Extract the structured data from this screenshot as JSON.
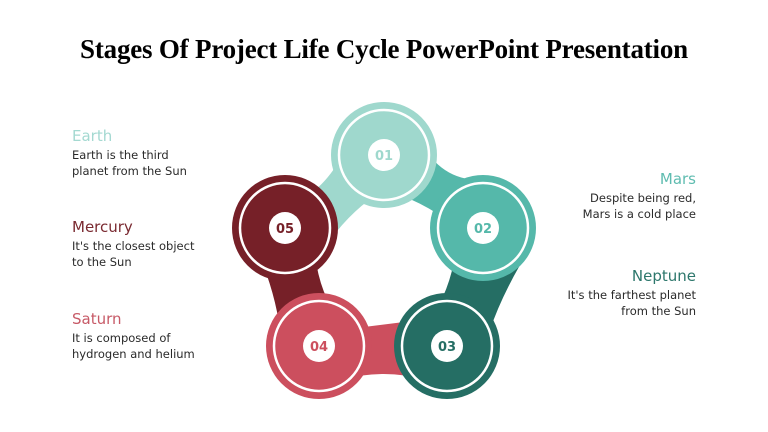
{
  "slide": {
    "title": "Stages Of Project Life Cycle PowerPoint Presentation"
  },
  "stages": [
    {
      "number": "01",
      "name": "Earth",
      "description_line1": "Earth is the third",
      "description_line2": "planet from the Sun",
      "color": "#9fd8cd",
      "text_color": "#a4d9d1"
    },
    {
      "number": "02",
      "name": "Mars",
      "description_line1": "Despite being red,",
      "description_line2": "Mars is a cold place",
      "color": "#55b8aa",
      "text_color": "#5fbcb0"
    },
    {
      "number": "03",
      "name": "Neptune",
      "description_line1": "It's the farthest planet",
      "description_line2": "from the Sun",
      "color": "#256e64",
      "text_color": "#2d776c"
    },
    {
      "number": "04",
      "name": "Saturn",
      "description_line1": "It is composed of",
      "description_line2": "hydrogen and helium",
      "color": "#cc4f5e",
      "text_color": "#c75a67"
    },
    {
      "number": "05",
      "name": "Mercury",
      "description_line1": "It's the closest object",
      "description_line2": "to the Sun",
      "color": "#762028",
      "text_color": "#7a2a31"
    }
  ]
}
